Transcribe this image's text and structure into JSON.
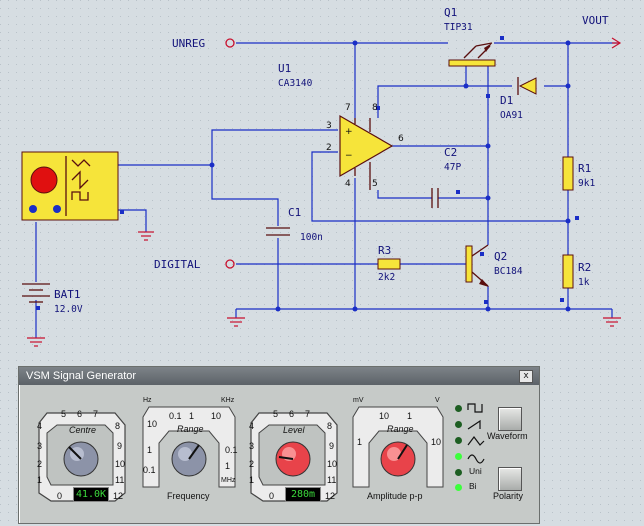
{
  "schematic": {
    "labels": {
      "unreg": "UNREG",
      "digital": "DIGITAL",
      "vout": "VOUT",
      "q1_ref": "Q1",
      "q1_val": "TIP31",
      "u1_ref": "U1",
      "u1_val": "CA3140",
      "d1_ref": "D1",
      "d1_val": "OA91",
      "c2_ref": "C2",
      "c2_val": "47P",
      "c1_ref": "C1",
      "c1_val": "100n",
      "r1_ref": "R1",
      "r1_val": "9k1",
      "r2_ref": "R2",
      "r2_val": "1k",
      "r3_ref": "R3",
      "r3_val": "2k2",
      "q2_ref": "Q2",
      "q2_val": "BC184",
      "bat_ref": "BAT1",
      "bat_val": "12.0V"
    },
    "opamp_pins": {
      "p3": "3",
      "p2": "2",
      "p7": "7",
      "p4": "4",
      "p6": "6",
      "p8": "8",
      "p5": "5",
      "plus": "+",
      "minus": "−"
    },
    "colors": {
      "wire": "#1a2ec6",
      "component": "#f6e43a",
      "label": "#12127a",
      "ground": "#c8102e"
    }
  },
  "generator": {
    "title": "VSM Signal Generator",
    "close": "x",
    "frequency": {
      "centre_label": "Centre",
      "centre_scale": [
        "0",
        "1",
        "2",
        "3",
        "4",
        "5",
        "6",
        "7",
        "8",
        "9",
        "10",
        "11",
        "12"
      ],
      "centre_display": "41.0K",
      "range_label": "Range",
      "range_scale": [
        "0.1",
        "1",
        "10",
        "1",
        "0.1",
        "1"
      ],
      "range_top": [
        "Hz",
        "KHz"
      ],
      "range_bottom": "MHz",
      "section": "Frequency"
    },
    "amplitude": {
      "level_label": "Level",
      "level_scale": [
        "0",
        "1",
        "2",
        "3",
        "4",
        "5",
        "6",
        "7",
        "8",
        "9",
        "10",
        "11",
        "12"
      ],
      "level_display": "280m",
      "range_label": "Range",
      "range_scale": [
        "1",
        "10",
        "1",
        "10"
      ],
      "range_top": [
        "mV",
        "V"
      ],
      "section": "Amplitude p-p"
    },
    "waveform_button": "Waveform",
    "polarity_button": "Polarity",
    "polarity_uni": "Uni",
    "polarity_bi": "Bi",
    "led_colors": {
      "off": "#1d5e22",
      "on": "#3cff3c"
    }
  }
}
